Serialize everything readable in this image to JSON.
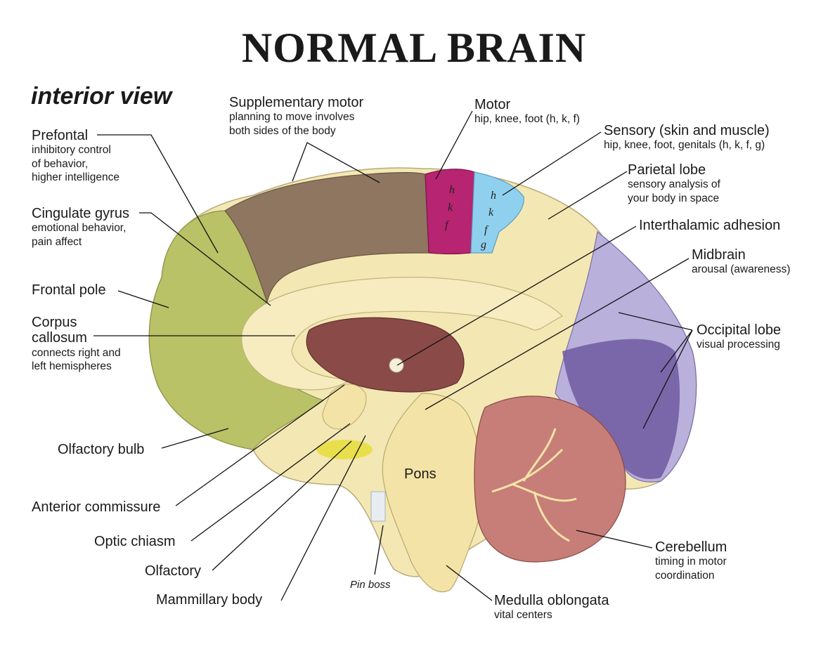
{
  "title": "NORMAL BRAIN",
  "subtitle": "interior view",
  "colors": {
    "frontal": "#b9c266",
    "supplementary_motor": "#8f7660",
    "motor": "#b72471",
    "sensory": "#8fd0ee",
    "parietal": "#f5eab6",
    "occipital": "#8d7ab8",
    "brainstem": "#f4e3a6",
    "cerebellum": "#c77d78",
    "thalamus": "#8a4a48"
  },
  "labels": {
    "prefontal": {
      "title": "Prefontal",
      "desc": [
        "inhibitory control",
        "of behavior,",
        "higher intelligence"
      ]
    },
    "cingulate": {
      "title": "Cingulate gyrus",
      "desc": [
        "emotional behavior,",
        "pain affect"
      ]
    },
    "frontal_pole": {
      "title": "Frontal pole",
      "desc": []
    },
    "corpus": {
      "title": [
        "Corpus",
        "callosum"
      ],
      "desc": [
        "connects right and",
        "left hemispheres"
      ]
    },
    "olfactory_bulb": {
      "title": "Olfactory bulb"
    },
    "anterior_commissure": {
      "title": "Anterior commissure"
    },
    "optic_chiasm": {
      "title": "Optic chiasm"
    },
    "olfactory": {
      "title": "Olfactory"
    },
    "mammillary": {
      "title": "Mammillary body"
    },
    "supplementary": {
      "title": "Supplementary motor",
      "desc": [
        "planning to move involves",
        "both sides of the body"
      ]
    },
    "motor": {
      "title": "Motor",
      "desc": [
        "hip, knee, foot (h, k, f)"
      ]
    },
    "sensory": {
      "title": "Sensory (skin and muscle)",
      "desc": [
        "hip, knee, foot, genitals (h, k, f, g)"
      ]
    },
    "parietal": {
      "title": "Parietal lobe",
      "desc": [
        "sensory analysis of",
        "your body in space"
      ]
    },
    "interthalamic": {
      "title": "Interthalamic adhesion"
    },
    "midbrain": {
      "title": "Midbrain",
      "desc": [
        "arousal (awareness)"
      ]
    },
    "occipital": {
      "title": "Occipital lobe",
      "desc": [
        "visual processing"
      ]
    },
    "cerebellum": {
      "title": "Cerebellum",
      "desc": [
        "timing in motor",
        "coordination"
      ]
    },
    "medulla": {
      "title": "Medulla oblongata",
      "desc": [
        "vital centers"
      ]
    },
    "pons": "Pons",
    "pin_boss": "Pin boss"
  },
  "motor_letters": [
    "h",
    "k",
    "f"
  ],
  "sensory_letters": [
    "h",
    "k",
    "f",
    "g"
  ]
}
